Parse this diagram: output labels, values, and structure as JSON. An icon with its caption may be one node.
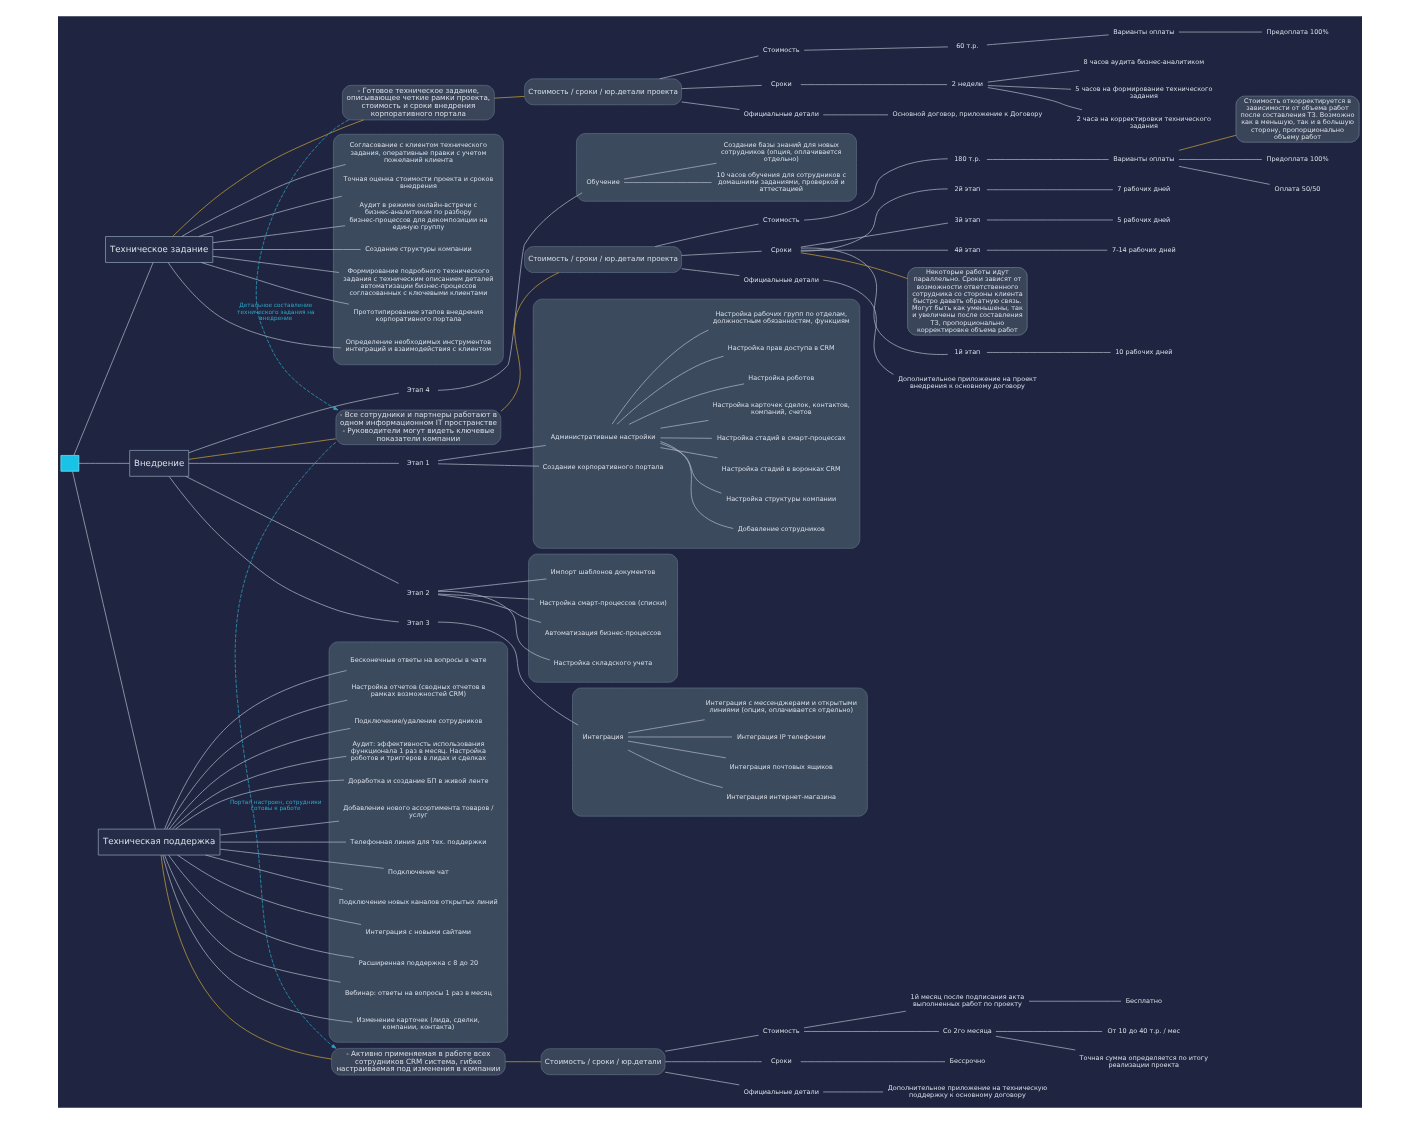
{
  "diagram": {
    "nodes": [
      {
        "text": [],
        "shape": "box"
      },
      {
        "text": [
          "Техническое задание"
        ]
      },
      {
        "text": [],
        "shape": "box"
      },
      {
        "text": [
          "Аудит в режиме онлайн-встречи с бизнес-аналитиком по разбору бизнес-процессов для декомпозиции на единую группу"
        ],
        "in": 2
      },
      {
        "text": [
          "Создание структуры компании"
        ],
        "in": 2
      },
      {
        "text": [
          "Формирование подробного технического задания с техническим описанием деталей автоматизации бизнес-процессов согласованных с ключевыми клиентами"
        ],
        "in": 2
      },
      {
        "text": [
          "Прототипирование этапов внедрения корпоративного портала"
        ],
        "in": 2
      },
      {
        "text": [
          "Определение необходимых инструментов интеграций и взаимодействия с клиентом"
        ],
        "in": 2
      },
      {
        "text": [
          "Согласование с клиентом технического задания, оперативные правки с учетом пожеланий клиента"
        ],
        "in": 2
      },
      {
        "text": [
          "Точная оценка стоимости проекта и сроков внедрения"
        ],
        "in": 2
      },
      {
        "text": [
          "- Готовое техническое задание, описывающее четкие рамки проекта, стоимость и сроки внедрения корпоративного портала"
        ]
      },
      {
        "text": [
          "Стоимость / сроки / юр.детали проекта"
        ]
      },
      {
        "text": [
          "Стоимость"
        ]
      },
      {
        "text": [
          "60 т.р."
        ]
      },
      {
        "text": [
          "Варианты оплаты"
        ]
      },
      {
        "text": [
          "Предоплата 100%"
        ]
      },
      {
        "text": [
          "Сроки"
        ]
      },
      {
        "text": [
          "2 недели"
        ]
      },
      {
        "text": [
          "8 часов аудита бизнес-аналитиком"
        ]
      },
      {
        "text": [
          "5 часов на формирование технического задания"
        ]
      },
      {
        "text": [
          "2 часа на корректировки технического задания"
        ]
      },
      {
        "text": [
          "Официальные детали"
        ]
      },
      {
        "text": [
          "Основной договор, приложение к Договору"
        ]
      },
      {
        "text": [
          "Внедрение"
        ]
      },
      {
        "text": [
          "Этап 1"
        ]
      },
      {
        "text": [],
        "shape": "box"
      },
      {
        "text": [
          "Создание корпоративного портала"
        ],
        "in": 25
      },
      {
        "text": [
          "Административные настройки"
        ],
        "in": 25
      },
      {
        "text": [
          "Добавление сотрудников"
        ],
        "in": 25
      },
      {
        "text": [
          "Настройка структуры компании"
        ],
        "in": 25
      },
      {
        "text": [
          "Настройка стадий в воронках CRM"
        ],
        "in": 25
      },
      {
        "text": [
          "Настройка стадий в смарт-процессах"
        ],
        "in": 25
      },
      {
        "text": [
          "Настройка карточек сделок, контактов, компаний, счетов"
        ],
        "in": 25
      },
      {
        "text": [
          "Настройка роботов"
        ],
        "in": 25
      },
      {
        "text": [
          "Настройка прав доступа в CRM"
        ],
        "in": 25
      },
      {
        "text": [
          "Настройка рабочих групп по отделам, должностным обязанностям, функциям"
        ],
        "in": 25
      },
      {
        "text": [
          "Этап 2"
        ]
      },
      {
        "text": [],
        "shape": "box"
      },
      {
        "text": [
          "Настройка смарт-процессов (списки)"
        ],
        "in": 37
      },
      {
        "text": [
          "Автоматизация бизнес-процессов"
        ],
        "in": 37
      },
      {
        "text": [
          "Настройка складского учета"
        ],
        "in": 37
      },
      {
        "text": [
          "Импорт шаблонов документов"
        ],
        "in": 37
      },
      {
        "text": [
          "Этап 3"
        ]
      },
      {
        "text": [],
        "shape": "box"
      },
      {
        "text": [
          "Интеграция"
        ],
        "in": 43
      },
      {
        "text": [
          "Интеграция интернет-магазина"
        ],
        "in": 43
      },
      {
        "text": [
          "Интеграция почтовых ящиков"
        ],
        "in": 43
      },
      {
        "text": [
          "Интеграция IP телефонии"
        ],
        "in": 43
      },
      {
        "text": [
          "Интеграция с мессенджерами и открытыми линиями (опция, оплачивается отдельно)"
        ],
        "in": 43
      },
      {
        "text": [
          "Этап 4"
        ]
      },
      {
        "text": [],
        "shape": "box"
      },
      {
        "text": [
          "Обучение"
        ],
        "in": 50
      },
      {
        "text": [
          "10 часов обучения для сотрудников с домашними заданиями, проверкой и аттестацией"
        ],
        "in": 50
      },
      {
        "text": [
          "Создание базы знаний для новых сотрудников (опция, оплачивается отдельно)"
        ],
        "in": 50
      },
      {
        "text": [
          "- Все сотрудники и партнеры работают в одном информационном IT пространстве",
          "- Руководители могут видеть ключевые показатели компании"
        ]
      },
      {
        "text": [
          "Стоимость / сроки / юр.детали проекта"
        ]
      },
      {
        "text": [
          "Стоимость"
        ]
      },
      {
        "text": [
          "180 т.р."
        ]
      },
      {
        "text": [
          "Варианты оплаты"
        ]
      },
      {
        "text": [
          "Предоплата 100%"
        ]
      },
      {
        "text": [
          "Оплата 50/50"
        ]
      },
      {
        "text": [
          "Стоимость откорректируется в зависимости от объема работ после составления ТЗ. Возможно как в меньшую, так и в большую сторону, пропорционально объему работ"
        ]
      },
      {
        "text": [
          "Сроки"
        ]
      },
      {
        "text": [
          "1й этап"
        ]
      },
      {
        "text": [
          "10 рабочих дней"
        ]
      },
      {
        "text": [
          "2й этап"
        ]
      },
      {
        "text": [
          "7 рабочих дней"
        ]
      },
      {
        "text": [
          "3й этап"
        ]
      },
      {
        "text": [
          "5 рабочих дней"
        ]
      },
      {
        "text": [
          "4й этап"
        ]
      },
      {
        "text": [
          "7-14 рабочих дней"
        ]
      },
      {
        "text": [
          "Некоторые работы идут параллельно. Сроки зависят от возможности ответственного сотрудника со стороны клиента быстро давать обратную связь. Могут быть как уменьшены, так и увеличены после составления ТЗ, пропорционально корректировке объема работ"
        ]
      },
      {
        "text": [
          "Официальные детали"
        ]
      },
      {
        "text": [
          "Дополнительное приложение на проект внедрения к основному договору"
        ]
      },
      {
        "text": [
          "Техническая поддержка"
        ]
      },
      {
        "text": [],
        "shape": "box"
      },
      {
        "text": [
          "Изменение карточек (лида, сделки, компании, контакта)"
        ],
        "in": 75
      },
      {
        "text": [
          "Бесконечные ответы на вопросы в чате"
        ],
        "in": 75
      },
      {
        "text": [
          "Настройка отчетов (сводных отчетов в рамках возможностей CRM)"
        ],
        "in": 75
      },
      {
        "text": [
          "Подключение/удаление сотрудников"
        ],
        "in": 75
      },
      {
        "text": [
          "Аудит: эффективность использования функционала 1 раз в месяц. Настройка роботов и триггеров в лидах и сделках"
        ],
        "in": 75
      },
      {
        "text": [
          "Доработка и создание БП в живой ленте"
        ],
        "in": 75
      },
      {
        "text": [
          "Добавление нового ассортимента товаров / услуг"
        ],
        "in": 75
      },
      {
        "text": [
          "Телефонная линия для тех. поддержки"
        ],
        "in": 75
      },
      {
        "text": [
          "Подключение чат"
        ],
        "in": 75
      },
      {
        "text": [
          "Подключение новых каналов открытых линий"
        ],
        "in": 75
      },
      {
        "text": [
          "Интеграция с новыми сайтами"
        ],
        "in": 75
      },
      {
        "text": [
          "Расширенная поддержка с 8 до 20"
        ],
        "in": 75
      },
      {
        "text": [
          "Вебинар: ответы на вопросы 1 раз в месяц"
        ],
        "in": 75
      },
      {
        "text": [
          "- Активно применяемая в работе всех сотрудников CRM система, гибко настраиваемая под изменения в компании"
        ]
      },
      {
        "text": [
          "Стоимость / сроки / юр.детали"
        ]
      },
      {
        "text": [
          "Стоимость"
        ]
      },
      {
        "text": [
          "1й месяц после подписания акта выполненных работ по проекту"
        ]
      },
      {
        "text": [
          "Бесплатно"
        ]
      },
      {
        "text": [
          "Со 2го месяца"
        ]
      },
      {
        "text": [
          "От 10 до 40 т.р. / мес"
        ]
      },
      {
        "text": [
          "Точная сумма определяется по итогу реализации проекта"
        ]
      },
      {
        "text": [
          "Сроки"
        ]
      },
      {
        "text": [
          "Бессрочно"
        ]
      },
      {
        "text": [
          "Официальные детали"
        ]
      },
      {
        "text": [
          "Дополнительное приложение на техническую поддержку к основному договору"
        ]
      }
    ],
    "edges": [
      {
        "from": 0,
        "to": 1,
        "arrow": "none"
      },
      {
        "from": 0,
        "to": 23,
        "arrow": "none"
      },
      {
        "from": 0,
        "to": 74,
        "arrow": "none"
      },
      {
        "from": 1,
        "to": 3,
        "arrow": "none"
      },
      {
        "from": 1,
        "to": 4,
        "arrow": "none"
      },
      {
        "from": 1,
        "to": 5,
        "arrow": "none"
      },
      {
        "from": 1,
        "to": 6,
        "arrow": "none"
      },
      {
        "from": 1,
        "to": 7,
        "arrow": "none"
      },
      {
        "from": 1,
        "to": 8,
        "arrow": "none"
      },
      {
        "from": 1,
        "to": 9,
        "arrow": "none"
      },
      {
        "from": 1,
        "to": 10,
        "arrow": "none",
        "color": "#c9a23a"
      },
      {
        "from": 10,
        "to": 11,
        "arrow": "none",
        "color": "#c9a23a"
      },
      {
        "from": 11,
        "to": 12,
        "arrow": "none"
      },
      {
        "from": 11,
        "to": 16,
        "arrow": "none"
      },
      {
        "from": 11,
        "to": 21,
        "arrow": "none"
      },
      {
        "from": 12,
        "to": 13,
        "arrow": "none"
      },
      {
        "from": 13,
        "to": 14,
        "arrow": "none"
      },
      {
        "from": 14,
        "to": 15,
        "arrow": "none"
      },
      {
        "from": 16,
        "to": 17,
        "arrow": "none"
      },
      {
        "from": 17,
        "to": 18,
        "arrow": "none"
      },
      {
        "from": 17,
        "to": 19,
        "arrow": "none"
      },
      {
        "from": 17,
        "to": 20,
        "arrow": "none"
      },
      {
        "from": 21,
        "to": 22,
        "arrow": "none"
      },
      {
        "from": 10,
        "to": 54,
        "arrow": "to",
        "style": "dashed",
        "color": "#2ba6c8",
        "label": "Детальное составление технического задания на внедрение"
      },
      {
        "from": 23,
        "to": 24,
        "arrow": "none"
      },
      {
        "from": 23,
        "to": 36,
        "arrow": "none"
      },
      {
        "from": 23,
        "to": 42,
        "arrow": "none"
      },
      {
        "from": 23,
        "to": 49,
        "arrow": "none"
      },
      {
        "from": 24,
        "to": 26,
        "arrow": "none"
      },
      {
        "from": 24,
        "to": 27,
        "arrow": "none"
      },
      {
        "from": 27,
        "to": 28,
        "arrow": "none"
      },
      {
        "from": 27,
        "to": 29,
        "arrow": "none"
      },
      {
        "from": 27,
        "to": 30,
        "arrow": "none"
      },
      {
        "from": 27,
        "to": 31,
        "arrow": "none"
      },
      {
        "from": 27,
        "to": 32,
        "arrow": "none"
      },
      {
        "from": 27,
        "to": 33,
        "arrow": "none"
      },
      {
        "from": 27,
        "to": 34,
        "arrow": "none"
      },
      {
        "from": 27,
        "to": 35,
        "arrow": "none"
      },
      {
        "from": 36,
        "to": 38,
        "arrow": "none"
      },
      {
        "from": 36,
        "to": 39,
        "arrow": "none"
      },
      {
        "from": 36,
        "to": 40,
        "arrow": "none"
      },
      {
        "from": 36,
        "to": 41,
        "arrow": "none"
      },
      {
        "from": 42,
        "to": 44,
        "arrow": "none"
      },
      {
        "from": 44,
        "to": 45,
        "arrow": "none"
      },
      {
        "from": 44,
        "to": 46,
        "arrow": "none"
      },
      {
        "from": 44,
        "to": 47,
        "arrow": "none"
      },
      {
        "from": 44,
        "to": 48,
        "arrow": "none"
      },
      {
        "from": 49,
        "to": 51,
        "arrow": "none"
      },
      {
        "from": 51,
        "to": 52,
        "arrow": "none"
      },
      {
        "from": 51,
        "to": 53,
        "arrow": "none"
      },
      {
        "from": 23,
        "to": 54,
        "arrow": "none",
        "color": "#c9a23a"
      },
      {
        "from": 54,
        "to": 55,
        "arrow": "none",
        "color": "#c9a23a"
      },
      {
        "from": 55,
        "to": 56,
        "arrow": "none"
      },
      {
        "from": 55,
        "to": 62,
        "arrow": "none"
      },
      {
        "from": 55,
        "to": 72,
        "arrow": "none"
      },
      {
        "from": 56,
        "to": 57,
        "arrow": "none"
      },
      {
        "from": 57,
        "to": 58,
        "arrow": "none"
      },
      {
        "from": 58,
        "to": 59,
        "arrow": "none"
      },
      {
        "from": 58,
        "to": 60,
        "arrow": "none"
      },
      {
        "from": 58,
        "to": 61,
        "arrow": "none",
        "color": "#c9a23a"
      },
      {
        "from": 62,
        "to": 63,
        "arrow": "none"
      },
      {
        "from": 63,
        "to": 64,
        "arrow": "none"
      },
      {
        "from": 62,
        "to": 65,
        "arrow": "none"
      },
      {
        "from": 65,
        "to": 66,
        "arrow": "none"
      },
      {
        "from": 62,
        "to": 67,
        "arrow": "none"
      },
      {
        "from": 67,
        "to": 68,
        "arrow": "none"
      },
      {
        "from": 62,
        "to": 69,
        "arrow": "none"
      },
      {
        "from": 69,
        "to": 70,
        "arrow": "none"
      },
      {
        "from": 62,
        "to": 71,
        "arrow": "none",
        "color": "#c9a23a"
      },
      {
        "from": 72,
        "to": 73,
        "arrow": "none"
      },
      {
        "from": 54,
        "to": 89,
        "arrow": "to",
        "style": "dashed",
        "color": "#2ba6c8",
        "label": "Портал настроен, сотрудники готовы к работе"
      },
      {
        "from": 74,
        "to": 76,
        "arrow": "none"
      },
      {
        "from": 74,
        "to": 77,
        "arrow": "none"
      },
      {
        "from": 74,
        "to": 78,
        "arrow": "none"
      },
      {
        "from": 74,
        "to": 79,
        "arrow": "none"
      },
      {
        "from": 74,
        "to": 80,
        "arrow": "none"
      },
      {
        "from": 74,
        "to": 81,
        "arrow": "none"
      },
      {
        "from": 74,
        "to": 82,
        "arrow": "none"
      },
      {
        "from": 74,
        "to": 83,
        "arrow": "none"
      },
      {
        "from": 74,
        "to": 84,
        "arrow": "none"
      },
      {
        "from": 74,
        "to": 85,
        "arrow": "none"
      },
      {
        "from": 74,
        "to": 86,
        "arrow": "none"
      },
      {
        "from": 74,
        "to": 87,
        "arrow": "none"
      },
      {
        "from": 74,
        "to": 88,
        "arrow": "none"
      },
      {
        "from": 74,
        "to": 89,
        "arrow": "none",
        "color": "#c9a23a"
      },
      {
        "from": 89,
        "to": 90,
        "arrow": "none",
        "color": "#c9a23a"
      },
      {
        "from": 90,
        "to": 91,
        "arrow": "none"
      },
      {
        "from": 90,
        "to": 97,
        "arrow": "none"
      },
      {
        "from": 90,
        "to": 99,
        "arrow": "none"
      },
      {
        "from": 91,
        "to": 92,
        "arrow": "none"
      },
      {
        "from": 92,
        "to": 93,
        "arrow": "none"
      },
      {
        "from": 91,
        "to": 94,
        "arrow": "none"
      },
      {
        "from": 94,
        "to": 95,
        "arrow": "none"
      },
      {
        "from": 94,
        "to": 96,
        "arrow": "none"
      },
      {
        "from": 97,
        "to": 98,
        "arrow": "none"
      },
      {
        "from": 99,
        "to": 100,
        "arrow": "none"
      }
    ]
  }
}
